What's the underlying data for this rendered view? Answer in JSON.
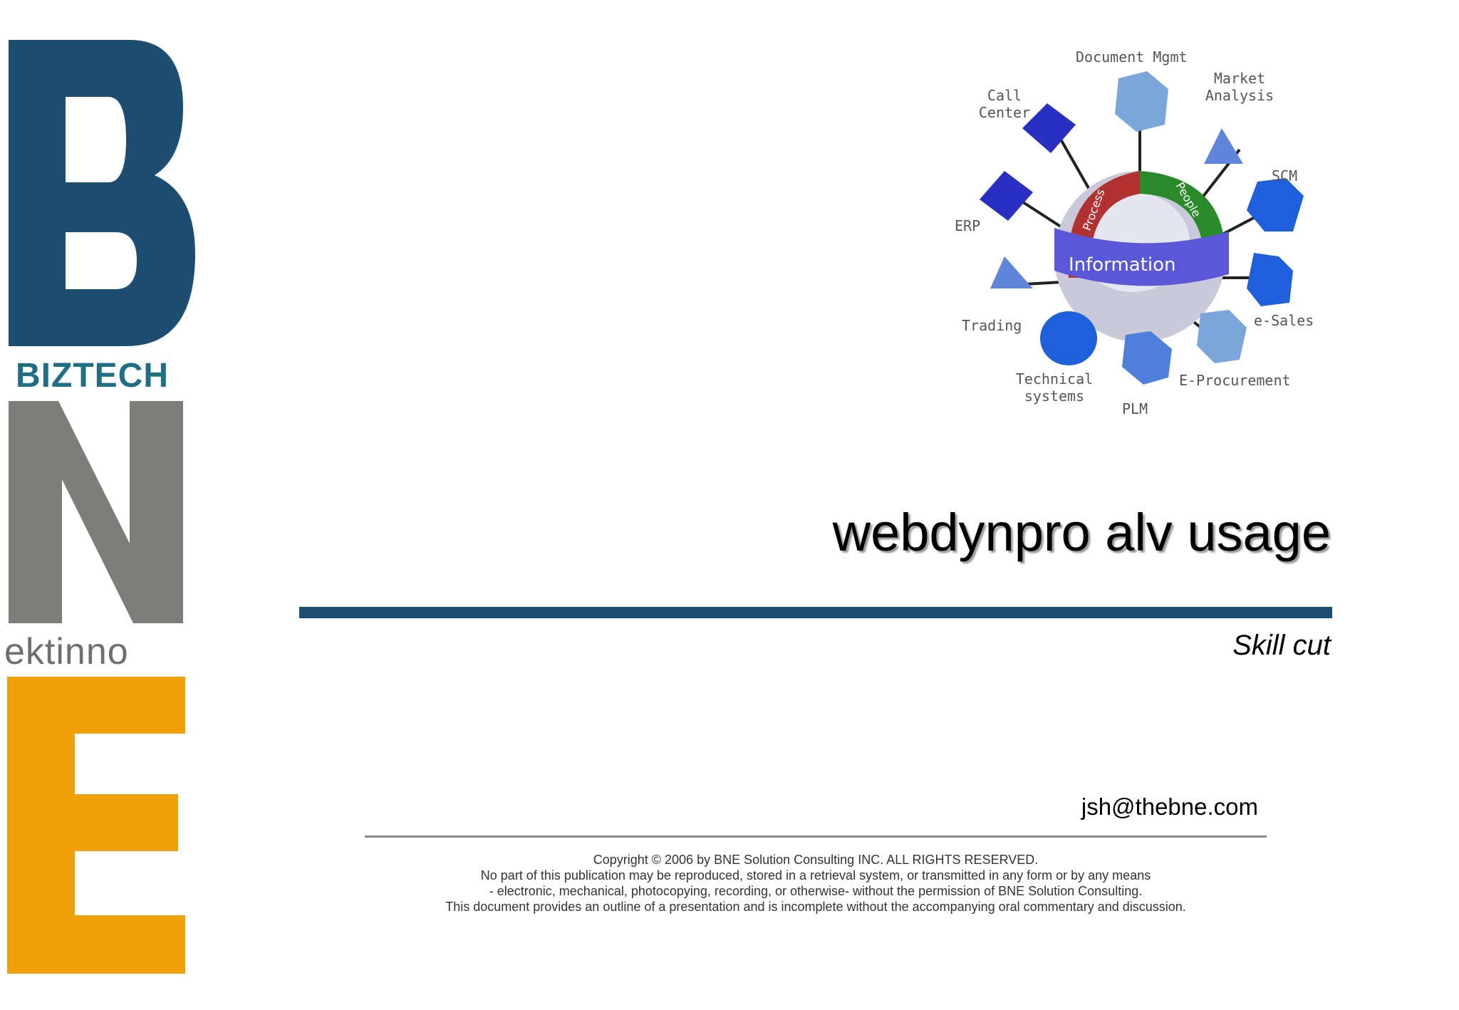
{
  "logo": {
    "letters": [
      "B",
      "N",
      "E"
    ],
    "sub_brand_1": "BIZTECH",
    "sub_brand_2": "ektinno",
    "colors": {
      "b": "#1d4e72",
      "n": "#7d7d79",
      "e": "#f0a10a"
    }
  },
  "diagram": {
    "ring_labels": [
      "Process",
      "People",
      "Information"
    ],
    "nodes": [
      "Document Mgmt",
      "Market Analysis",
      "Call Center",
      "SCM",
      "ERP",
      "Trading",
      "e-Sales",
      "Technical systems",
      "PLM",
      "E-Procurement"
    ],
    "colors": {
      "dark_blue": "#2a2fc4",
      "mid_blue": "#1f5fdb",
      "light_blue": "#7aa6dc",
      "green": "#2a8a2a",
      "red": "#b23232",
      "purple": "#5a58d8"
    }
  },
  "slide": {
    "title": "webdynpro alv usage",
    "subtitle": "Skill cut",
    "email": "jsh@thebne.com",
    "accent_color": "#1d4e72"
  },
  "footer": {
    "lines": [
      "Copyright © 2006 by BNE Solution Consulting INC.    ALL RIGHTS RESERVED.",
      "No part of this publication may be reproduced, stored in a retrieval system, or transmitted in any form or by any means",
      "- electronic, mechanical, photocopying, recording, or otherwise- without the permission of BNE Solution Consulting.",
      "This document provides an outline of a presentation and is incomplete without the accompanying oral commentary and discussion."
    ]
  }
}
